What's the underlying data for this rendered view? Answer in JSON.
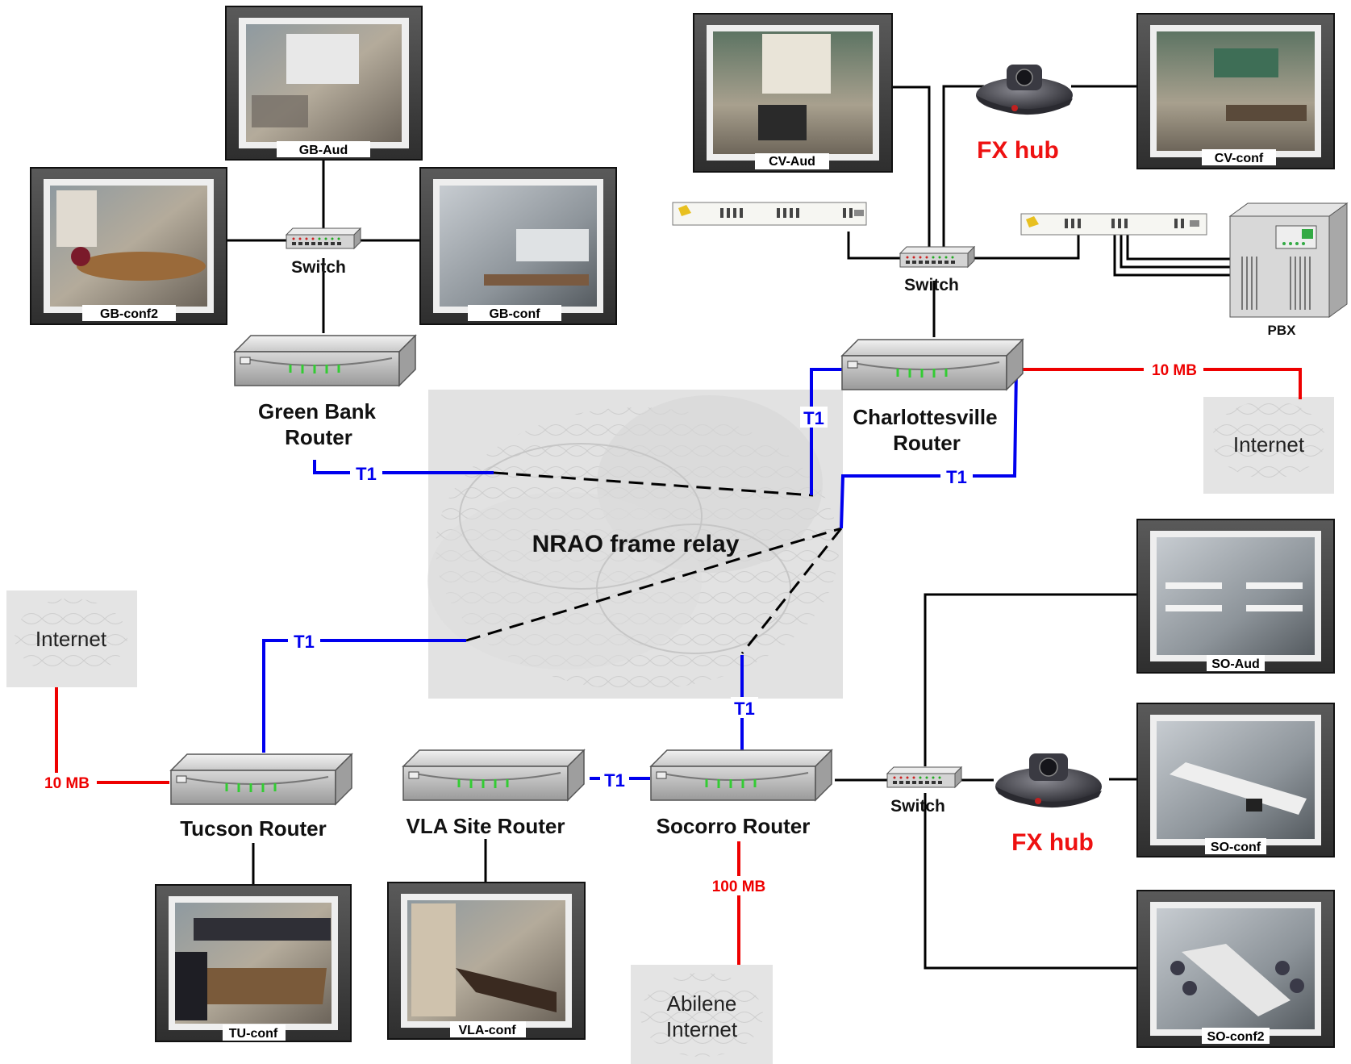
{
  "center": {
    "title": "NRAO frame relay"
  },
  "routers": {
    "green_bank": {
      "line1": "Green Bank",
      "line2": "Router"
    },
    "charlottesville": {
      "line1": "Charlottesville",
      "line2": "Router"
    },
    "tucson": {
      "label": "Tucson Router"
    },
    "vla": {
      "label": "VLA Site Router"
    },
    "socorro": {
      "label": "Socorro Router"
    }
  },
  "switches": {
    "gb": "Switch",
    "cv": "Switch",
    "so": "Switch"
  },
  "hubs": {
    "cv": "FX hub",
    "so": "FX hub"
  },
  "pbx": {
    "label": "PBX"
  },
  "clouds": {
    "internet_cv": "Internet",
    "internet_tu": "Internet",
    "abilene_line1": "Abilene",
    "abilene_line2": "Internet"
  },
  "links": {
    "t1": "T1",
    "mb10": "10 MB",
    "mb100": "100 MB"
  },
  "rooms": {
    "gb_aud": "GB-Aud",
    "gb_conf2": "GB-conf2",
    "gb_conf": "GB-conf",
    "cv_aud": "CV-Aud",
    "cv_conf": "CV-conf",
    "so_aud": "SO-Aud",
    "so_conf": "SO-conf",
    "so_conf2": "SO-conf2",
    "tu_conf": "TU-conf",
    "vla_conf": "VLA-conf"
  },
  "colors": {
    "t1_link": "#0000ee",
    "internet_link": "#ee0000",
    "lan_link": "#000000",
    "hub_label": "#ee1111"
  }
}
